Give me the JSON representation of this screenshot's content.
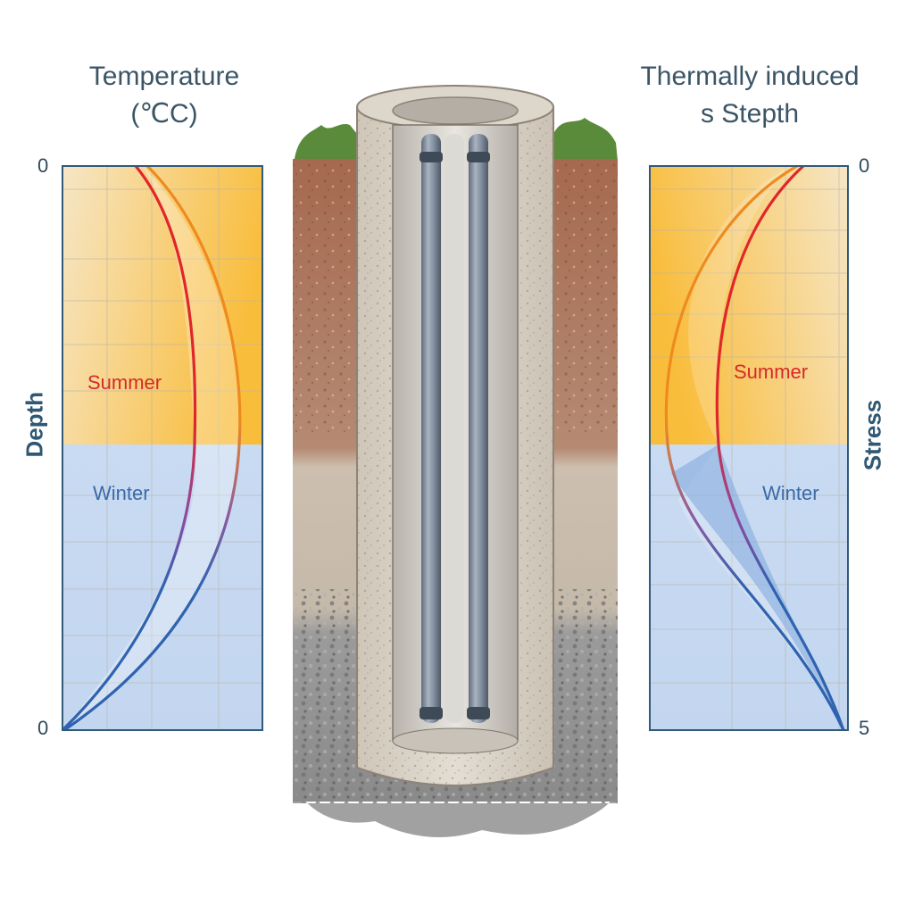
{
  "left_panel": {
    "title_line1": "Temperature",
    "title_line2": "(℃C)",
    "top_tick": "0",
    "bottom_tick": "0",
    "axis_label": "Depth",
    "summer_label": "Summer",
    "winter_label": "Winter"
  },
  "right_panel": {
    "title_line1": "Thermally induced",
    "title_line2": "s Stepth",
    "top_tick": "0",
    "bottom_tick": "5",
    "axis_label": "Stress",
    "summer_label": "Summer",
    "winter_label": "Winter"
  },
  "colors": {
    "summer_zone": "#f6e6c6",
    "summer_accent": "#f9bd3c",
    "winter_zone": "#c8d9f0",
    "summer_curve": "#e0262b",
    "orange_curve": "#ef8a1e",
    "winter_curve": "#2f63b0",
    "soil_top": "#a7705a",
    "soil_mid": "#cbbcaa",
    "gravel": "#8d8d8d",
    "concrete": "#d9d2c6",
    "pipe": "#8d97a6",
    "grass": "#5a8b3a"
  }
}
